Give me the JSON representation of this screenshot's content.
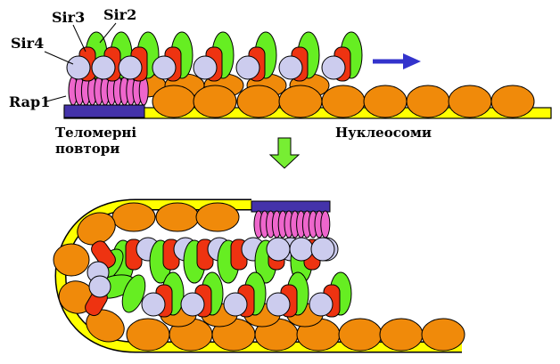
{
  "labels": {
    "sir2": "Sir2",
    "sir3": "Sir3",
    "sir4": "Sir4",
    "rap1": "Rap1",
    "telomeric_repeats_line1": "Теломерні",
    "telomeric_repeats_line2": "повтори",
    "nucleosomes": "Нуклеосоми"
  },
  "colors": {
    "nucleosome": "#f08a0a",
    "dna": "#ffff00",
    "sir2": "#66ee22",
    "sir3": "#ee3311",
    "sir4": "#ccccee",
    "rap1": "#ee66cc",
    "telomere_repeat": "#4433aa",
    "spread_arrow": "#3333cc",
    "transition_arrow": "#77ee33"
  },
  "icons": {
    "spread_arrow": "arrow-right",
    "transition_arrow": "arrow-down"
  }
}
